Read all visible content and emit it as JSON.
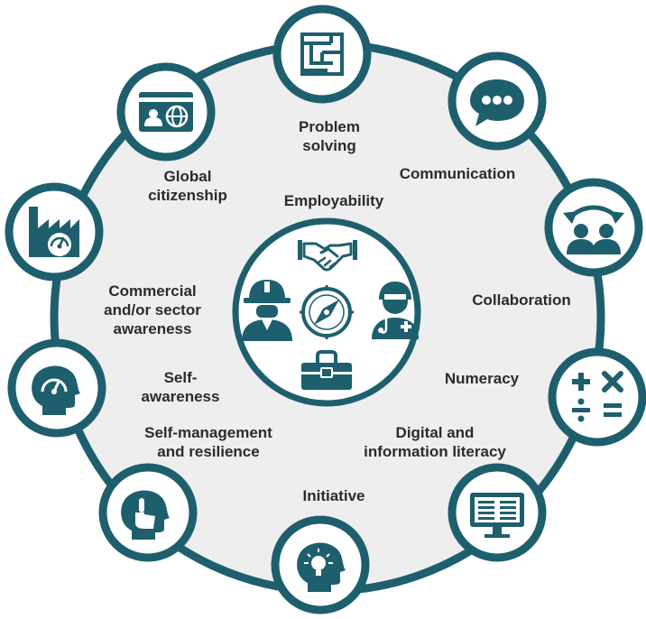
{
  "center": {
    "title": "Employability",
    "icons": [
      "handshake-icon",
      "worker-icon",
      "compass-icon",
      "doctor-icon",
      "toolbox-icon"
    ]
  },
  "skills": [
    {
      "id": "problem-solving",
      "lines": [
        "Problem",
        "solving"
      ],
      "icon": "maze-icon"
    },
    {
      "id": "communication",
      "lines": [
        "Communication"
      ],
      "icon": "speech-bubble-icon"
    },
    {
      "id": "collaboration",
      "lines": [
        "Collaboration"
      ],
      "icon": "people-exchange-icon"
    },
    {
      "id": "numeracy",
      "lines": [
        "Numeracy"
      ],
      "icon": "math-symbols-icon"
    },
    {
      "id": "digital-literacy",
      "lines": [
        "Digital and",
        "information literacy"
      ],
      "icon": "monitor-icon"
    },
    {
      "id": "initiative",
      "lines": [
        "Initiative"
      ],
      "icon": "head-lightbulb-icon"
    },
    {
      "id": "self-management",
      "lines": [
        "Self-management",
        "and resilience"
      ],
      "icon": "head-hand-icon"
    },
    {
      "id": "self-awareness",
      "lines": [
        "Self-",
        "awareness"
      ],
      "icon": "head-gauge-icon"
    },
    {
      "id": "commercial-awareness",
      "lines": [
        "Commercial",
        "and/or sector",
        "awareness"
      ],
      "icon": "factory-gauge-icon"
    },
    {
      "id": "global-citizenship",
      "lines": [
        "Global",
        "citizenship"
      ],
      "icon": "id-card-globe-icon"
    }
  ],
  "colors": {
    "accent": "#1e5f6e",
    "ring_fill": "#eeeeee",
    "white": "#ffffff",
    "text": "#2b2b2b"
  }
}
